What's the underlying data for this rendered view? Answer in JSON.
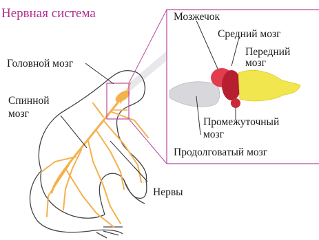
{
  "title": "Нервная система",
  "labels": {
    "head_brain": "Головной мозг",
    "spinal_1": "Спинной",
    "spinal_2": "мозг",
    "nerves": "Нервы",
    "cerebellum": "Мозжечок",
    "midbrain": "Средний мозг",
    "forebrain_1": "Передний",
    "forebrain_2": "мозг",
    "diencephalon_1": "Промежуточный",
    "diencephalon_2": "мозг",
    "medulla": "Продолговатый мозг"
  },
  "colors": {
    "title": "#b0308f",
    "zoom_frame": "#b94aa0",
    "nerves": "#f4b14c",
    "brain_red": "#e23d4e",
    "brain_darkred": "#b51f2f",
    "brain_yellow": "#f2e64f",
    "brain_grey": "#d8d8dc",
    "outline": "#444444"
  }
}
